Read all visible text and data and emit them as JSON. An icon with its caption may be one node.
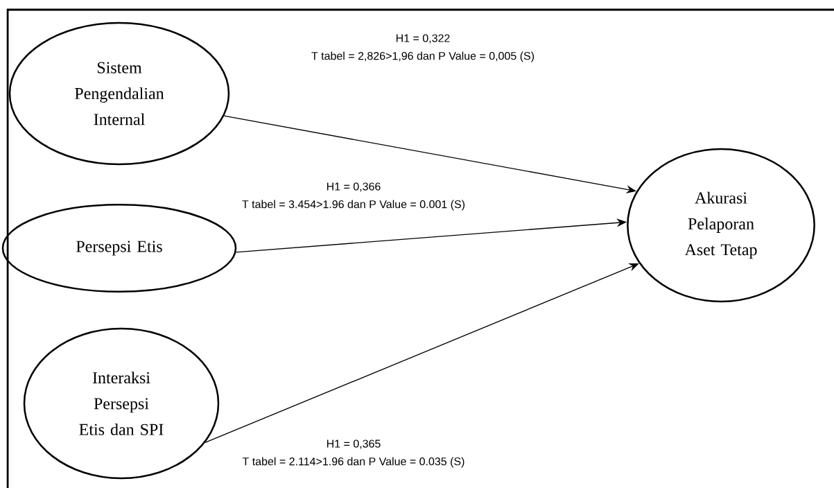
{
  "diagram": {
    "nodes": [
      {
        "text": [
          "Sistem Pengendalian Internal"
        ]
      },
      {
        "text": [
          "Persepsi Etis"
        ]
      },
      {
        "text": [
          "Interaksi Persepsi Etis dan SPI"
        ]
      },
      {
        "text": [
          "Akurasi Pelaporan Aset Tetap"
        ]
      }
    ],
    "edges": [
      {
        "from": 0,
        "to": 3,
        "arrow": "to"
      },
      {
        "from": 1,
        "to": 3,
        "arrow": "to"
      },
      {
        "from": 2,
        "to": 3,
        "arrow": "to"
      }
    ],
    "labels": [
      "H1 = 0,322",
      "T tabel = 2,826>1,96 dan P Value = 0,005 (S)",
      "H1 = 0,366",
      "T tabel = 3.454>1.96 dan P Value = 0.001 (S)",
      "H1 = 0,365",
      "T tabel = 2.114>1.96 dan P Value = 0.035 (S)"
    ]
  }
}
